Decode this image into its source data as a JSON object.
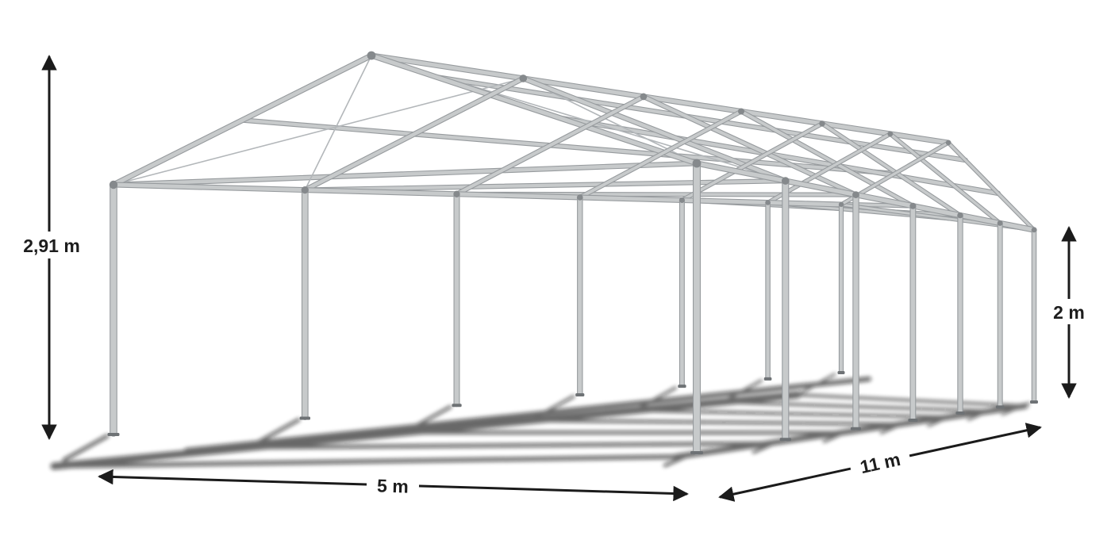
{
  "diagram": {
    "labels": {
      "ridge_height": "2,91 m",
      "side_height": "2 m",
      "width": "5 m",
      "length": "11 m"
    },
    "structure": {
      "width_m": 5,
      "length_m": 11,
      "eave_height_m": 2,
      "ridge_height_m": 2.91,
      "bays": 6
    },
    "colors": {
      "background": "#ffffff",
      "tube": "#c7cacb",
      "tube_outline": "#979b9e",
      "joint": "#85898c",
      "plate": "#6e7275",
      "brace": "#b3b7ba",
      "shadow": "#0a0a0a",
      "arrow": "#1b1b1b",
      "label_text": "#1d1d1d",
      "label_bg": "#ffffff"
    }
  }
}
